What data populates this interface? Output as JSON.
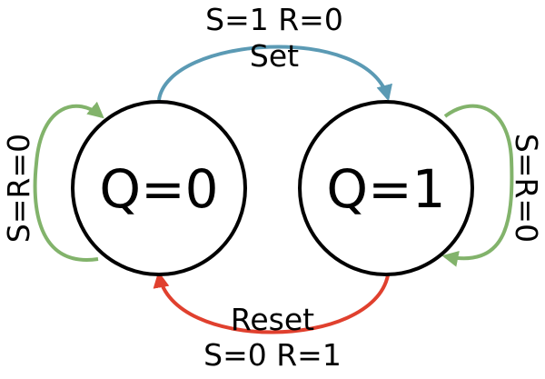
{
  "states": [
    {
      "id": "q0",
      "label": "Q=0"
    },
    {
      "id": "q1",
      "label": "Q=1"
    }
  ],
  "transitions": {
    "set": {
      "label": "Set",
      "condition": "S=1 R=0",
      "color": "#5b9ab4"
    },
    "reset": {
      "label": "Reset",
      "condition": "S=0 R=1",
      "color": "#e0402e"
    },
    "hold_q0": {
      "condition": "S=R=0",
      "color": "#82b36b"
    },
    "hold_q1": {
      "condition": "S=R=0",
      "color": "#82b36b"
    }
  }
}
